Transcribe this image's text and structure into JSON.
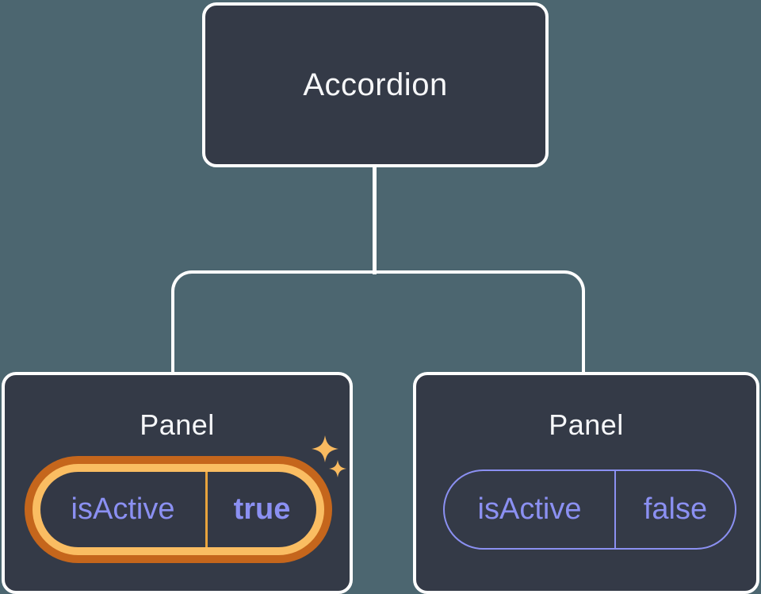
{
  "colors": {
    "background": "#4C6670",
    "node-fill": "#343A47",
    "node-border": "#FFFFFF",
    "title-text": "#F6F7F9",
    "purple": "#8B90F2",
    "gold": "#FABD62",
    "orange": "#C5661C",
    "divider-gold": "#E8A33D",
    "sparkle": "#F9BA60",
    "pill-fill": "#333845"
  },
  "tree": {
    "root": {
      "label": "Accordion"
    },
    "panels": [
      {
        "title": "Panel",
        "prop_name": "isActive",
        "prop_value": "true",
        "state": "highlighted"
      },
      {
        "title": "Panel",
        "prop_name": "isActive",
        "prop_value": "false",
        "state": "normal"
      }
    ]
  }
}
